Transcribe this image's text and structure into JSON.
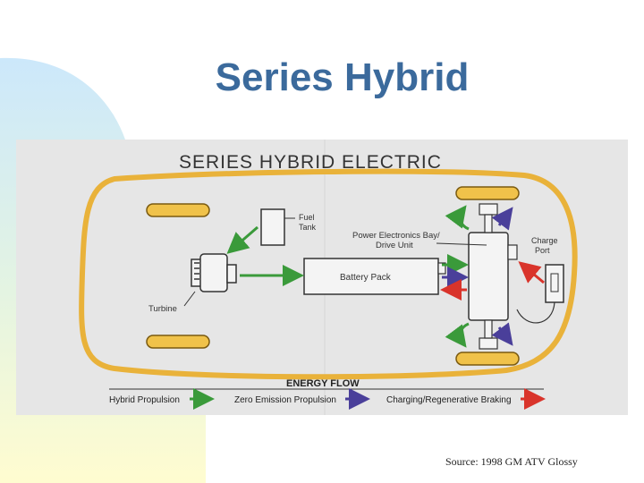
{
  "slide": {
    "title": "Series Hybrid",
    "source": "Source: 1998 GM ATV Glossy"
  },
  "diagram": {
    "heading": "SERIES HYBRID ELECTRIC",
    "labels": {
      "fuel_tank_line1": "Fuel",
      "fuel_tank_line2": "Tank",
      "power_bay_line1": "Power Electronics Bay/",
      "power_bay_line2": "Drive Unit",
      "charge_port_line1": "Charge",
      "charge_port_line2": "Port",
      "battery_pack": "Battery Pack",
      "turbine": "Turbine"
    },
    "legend": {
      "title": "ENERGY FLOW",
      "items": [
        {
          "label": "Hybrid Propulsion",
          "color": "#3a9a3a"
        },
        {
          "label": "Zero Emission Propulsion",
          "color": "#4a3f9a"
        },
        {
          "label": "Charging/Regenerative Braking",
          "color": "#d9342b"
        }
      ]
    }
  },
  "colors": {
    "title": "#3b6a9c",
    "panel_bg": "#e6e6e6",
    "chassis": "#e9b23a",
    "green": "#3a9a3a",
    "blue": "#4a3f9a",
    "red": "#d9342b"
  }
}
